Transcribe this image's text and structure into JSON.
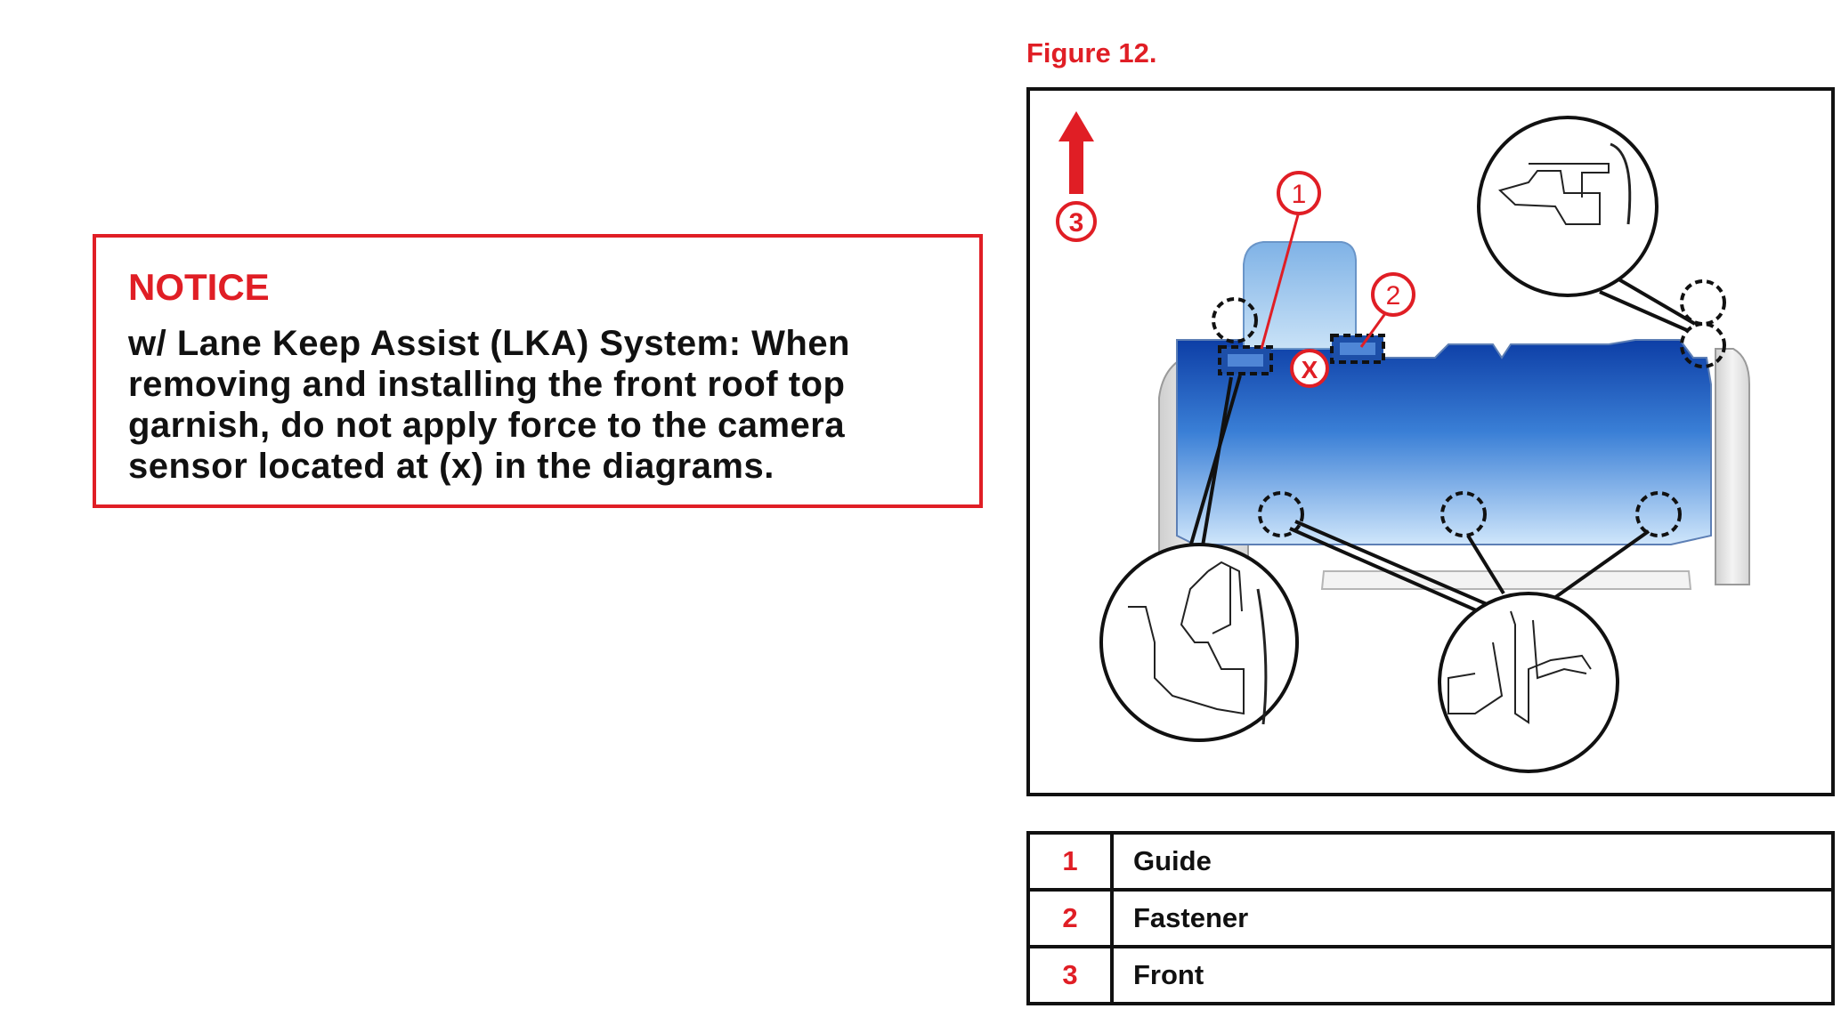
{
  "notice": {
    "title": "NOTICE",
    "text": "w/ Lane Keep Assist (LKA) System: When removing and installing the front roof top garnish, do not apply force to the camera sensor located at (x) in the diagrams."
  },
  "figure": {
    "caption": "Figure 12.",
    "callouts": [
      "1",
      "2",
      "3"
    ],
    "sensor_mark": "X"
  },
  "legend": [
    {
      "num": "1",
      "label": "Guide"
    },
    {
      "num": "2",
      "label": "Fastener"
    },
    {
      "num": "3",
      "label": "Front"
    }
  ],
  "colors": {
    "accent_red": "#e01e25",
    "garnish_blue": "#1f5fbf",
    "text": "#111111"
  }
}
